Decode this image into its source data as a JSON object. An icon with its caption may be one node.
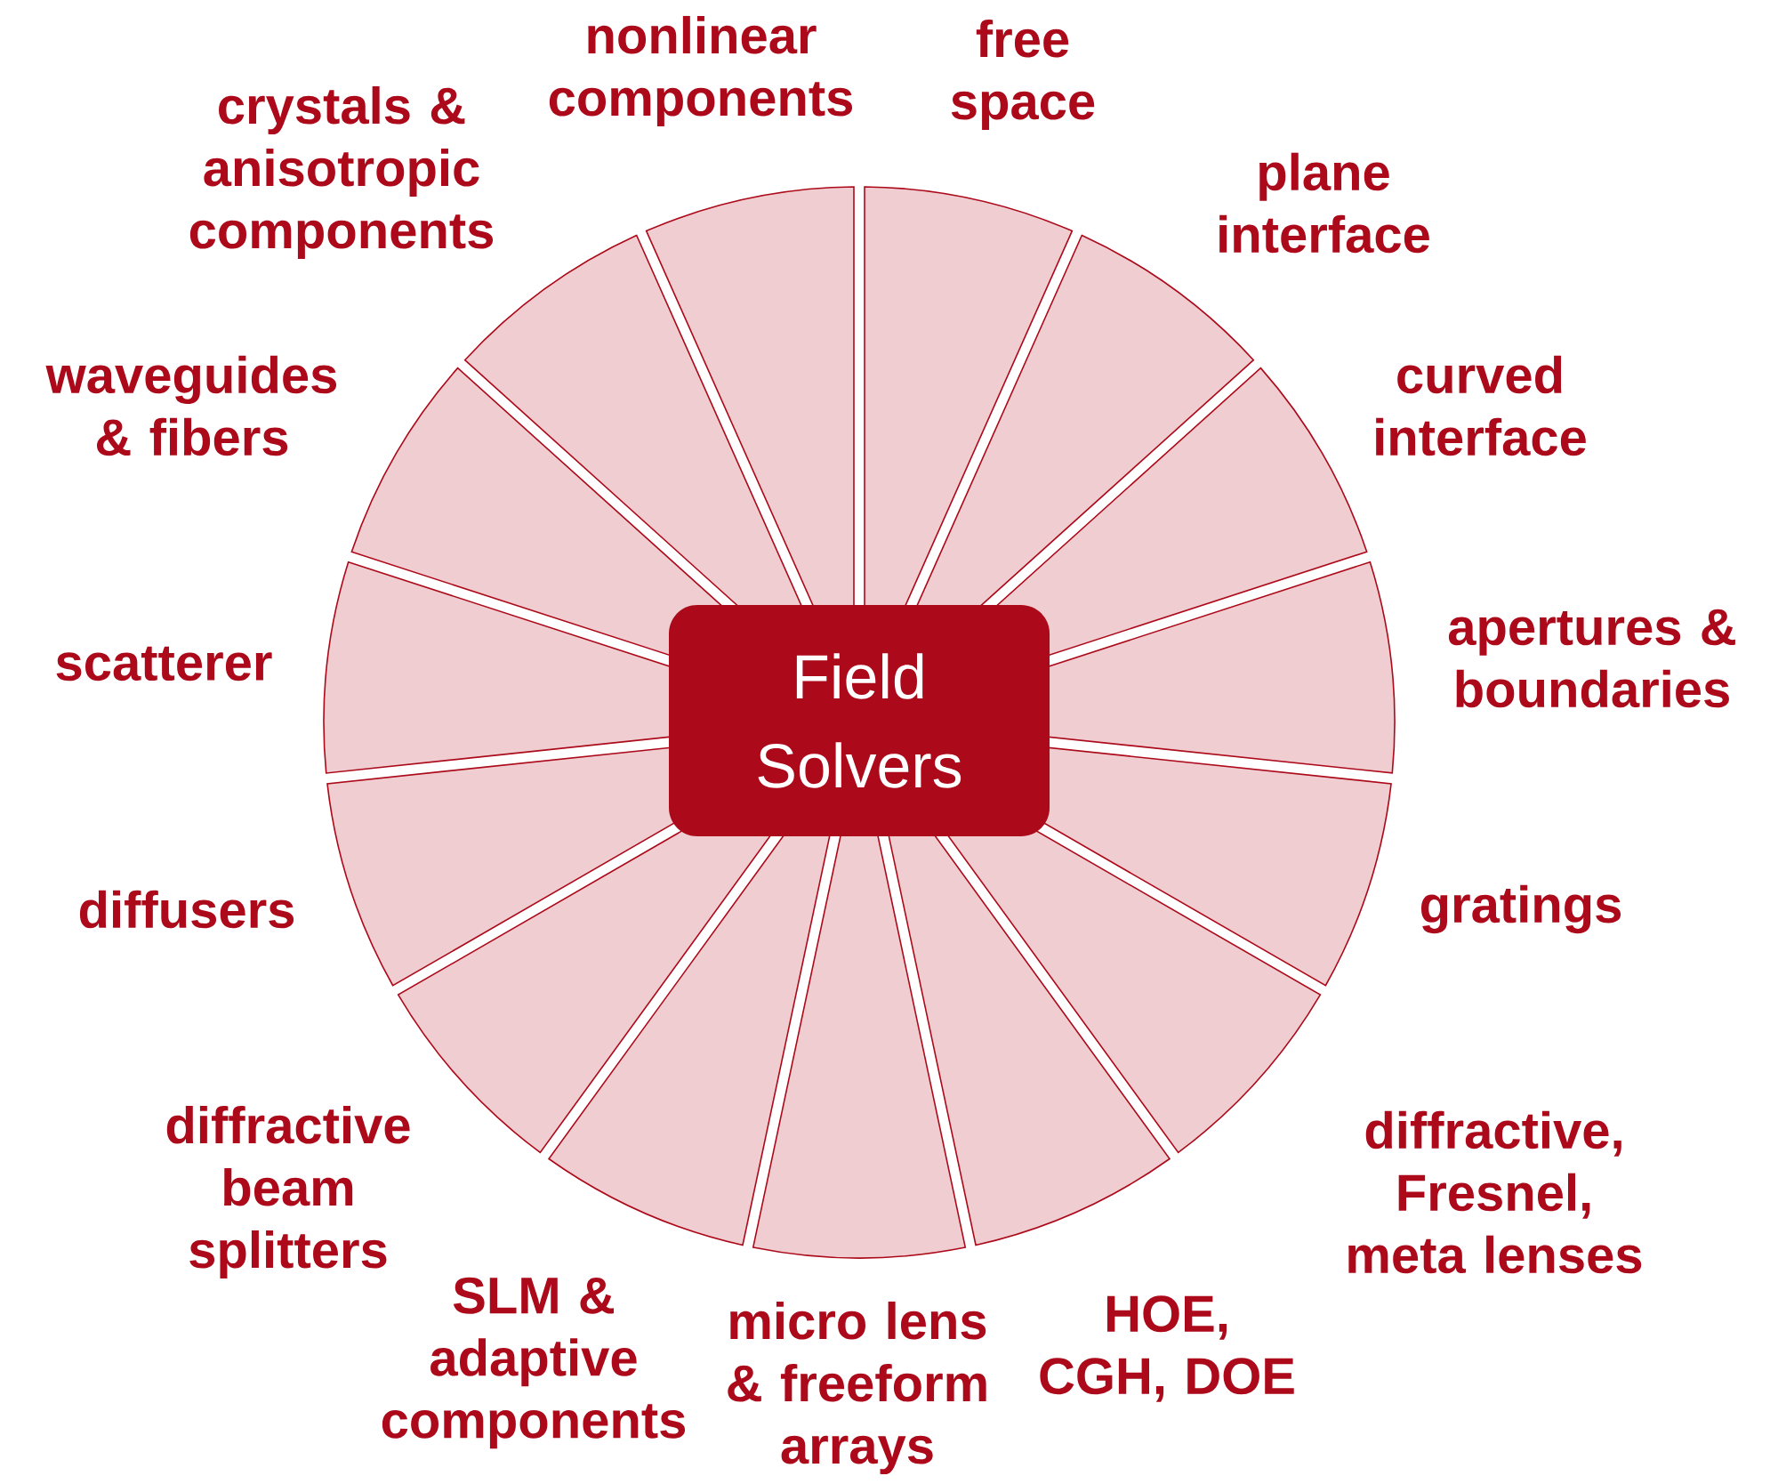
{
  "diagram": {
    "nodes": [
      {
        "text": [
          "Field Solvers"
        ]
      },
      {
        "text": [
          "free space"
        ]
      },
      {
        "text": [
          "plane interface"
        ]
      },
      {
        "text": [
          "curved interface"
        ]
      },
      {
        "text": [
          "apertures & boundaries"
        ]
      },
      {
        "text": [
          "gratings"
        ]
      },
      {
        "text": [
          "diffractive, Fresnel, meta lenses"
        ]
      },
      {
        "text": [
          "HOE, CGH, DOE"
        ]
      },
      {
        "text": [
          "micro lens & freeform arrays"
        ]
      },
      {
        "text": [
          "SLM & adaptive components"
        ]
      },
      {
        "text": [
          "diffractive beam splitters"
        ]
      },
      {
        "text": [
          "diffusers"
        ]
      },
      {
        "text": [
          "scatterer"
        ]
      },
      {
        "text": [
          "waveguides & fibers"
        ]
      },
      {
        "text": [
          "crystals & anisotropic components"
        ]
      },
      {
        "text": [
          "nonlinear components"
        ]
      }
    ]
  }
}
